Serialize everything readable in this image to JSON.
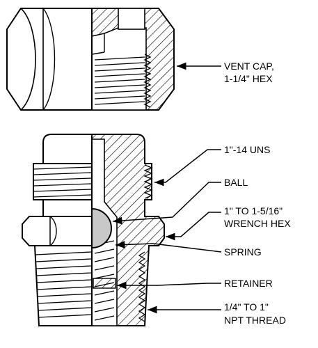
{
  "labels": {
    "vent_cap_line1": "VENT CAP,",
    "vent_cap_line2": "1-1/4\" HEX",
    "thread_uns": "1\"-14 UNS",
    "ball": "BALL",
    "wrench_hex_line1": "1\" TO 1-5/16\"",
    "wrench_hex_line2": "WRENCH HEX",
    "spring": "SPRING",
    "retainer": "RETAINER",
    "npt_line1": "1/4\" TO 1\"",
    "npt_line2": "NPT THREAD"
  },
  "colors": {
    "line": "#000000",
    "ball": "#c8c8c8",
    "background": "#ffffff"
  }
}
